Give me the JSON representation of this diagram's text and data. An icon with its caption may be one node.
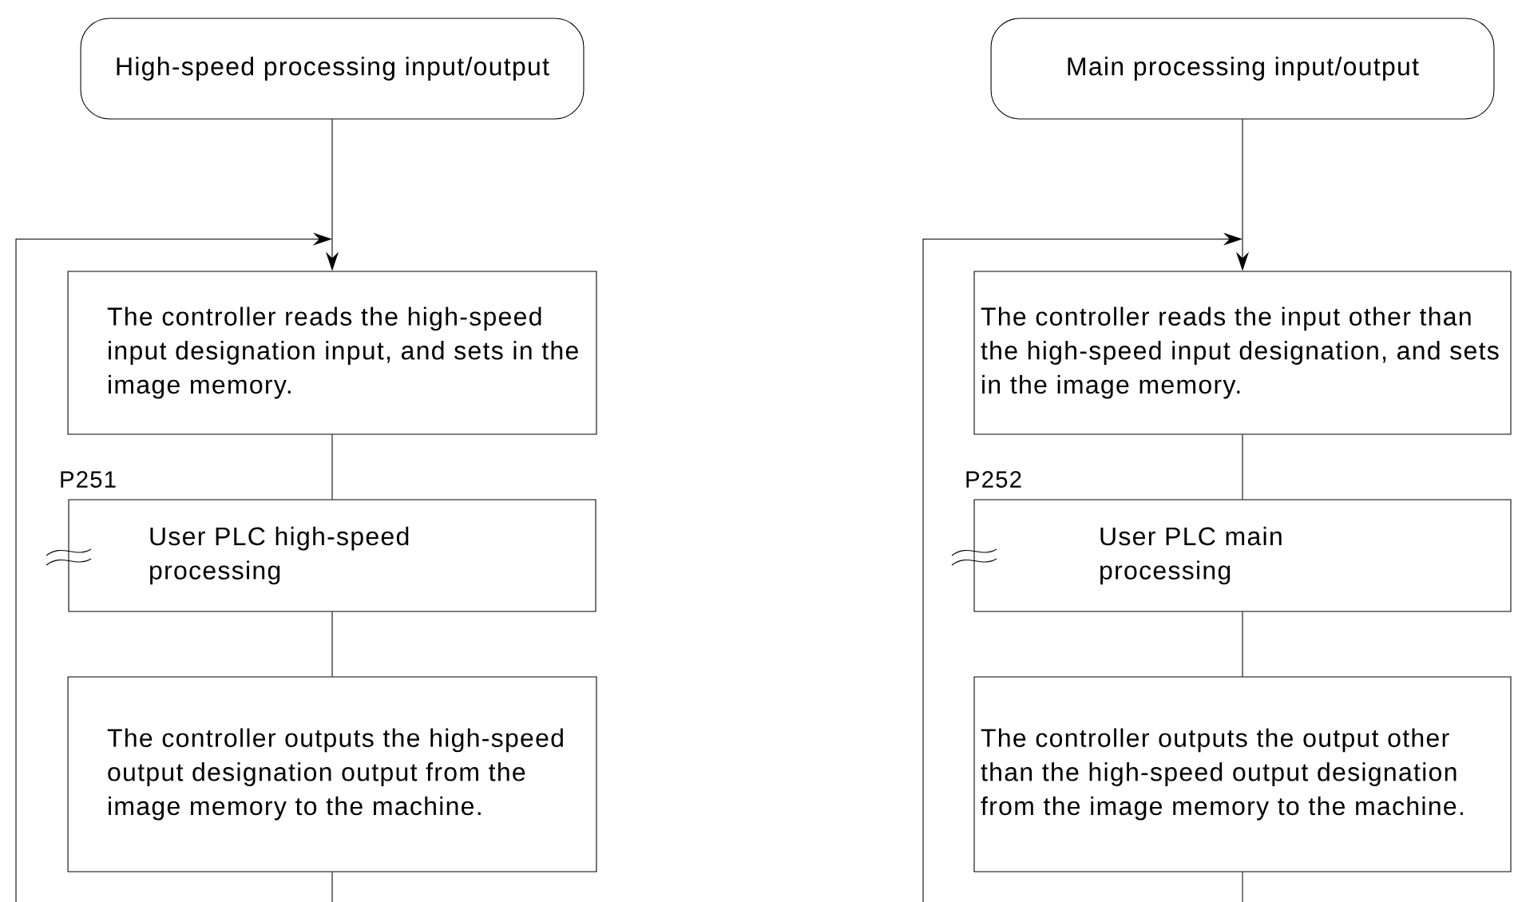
{
  "diagram": {
    "nodes": [
      {
        "text": [
          "High-speed processing input/output"
        ]
      },
      {
        "text": [
          "The controller reads the high-speed input designation input, and sets in the image memory."
        ]
      },
      {
        "text": [
          "User PLC high-speed processing"
        ],
        "beside": [
          "P251"
        ]
      },
      {
        "text": [
          "The controller outputs the high-speed output designation output from the image memory to the machine."
        ]
      },
      {
        "text": [
          "Main processing input/output"
        ]
      },
      {
        "text": [
          "The controller reads the input other than the high-speed input designation, and sets in the image memory."
        ]
      },
      {
        "text": [
          "User PLC main processing"
        ],
        "beside": [
          "P252"
        ]
      },
      {
        "text": [
          "The controller outputs the output other than the high-speed output designation from the image memory to the machine."
        ]
      }
    ],
    "edges": [
      {
        "from": 0,
        "to": 1,
        "arrow": "to"
      },
      {
        "from": null,
        "to": 1,
        "arrow": "to"
      },
      {
        "from": 1,
        "to": 2,
        "arrow": "none"
      },
      {
        "from": 2,
        "to": 3,
        "arrow": "none"
      },
      {
        "from": 3,
        "to": null,
        "arrow": "none"
      },
      {
        "from": 4,
        "to": 5,
        "arrow": "to"
      },
      {
        "from": null,
        "to": 5,
        "arrow": "to"
      },
      {
        "from": 5,
        "to": 6,
        "arrow": "none"
      },
      {
        "from": 6,
        "to": 7,
        "arrow": "none"
      },
      {
        "from": 7,
        "to": null,
        "arrow": "none"
      }
    ]
  }
}
